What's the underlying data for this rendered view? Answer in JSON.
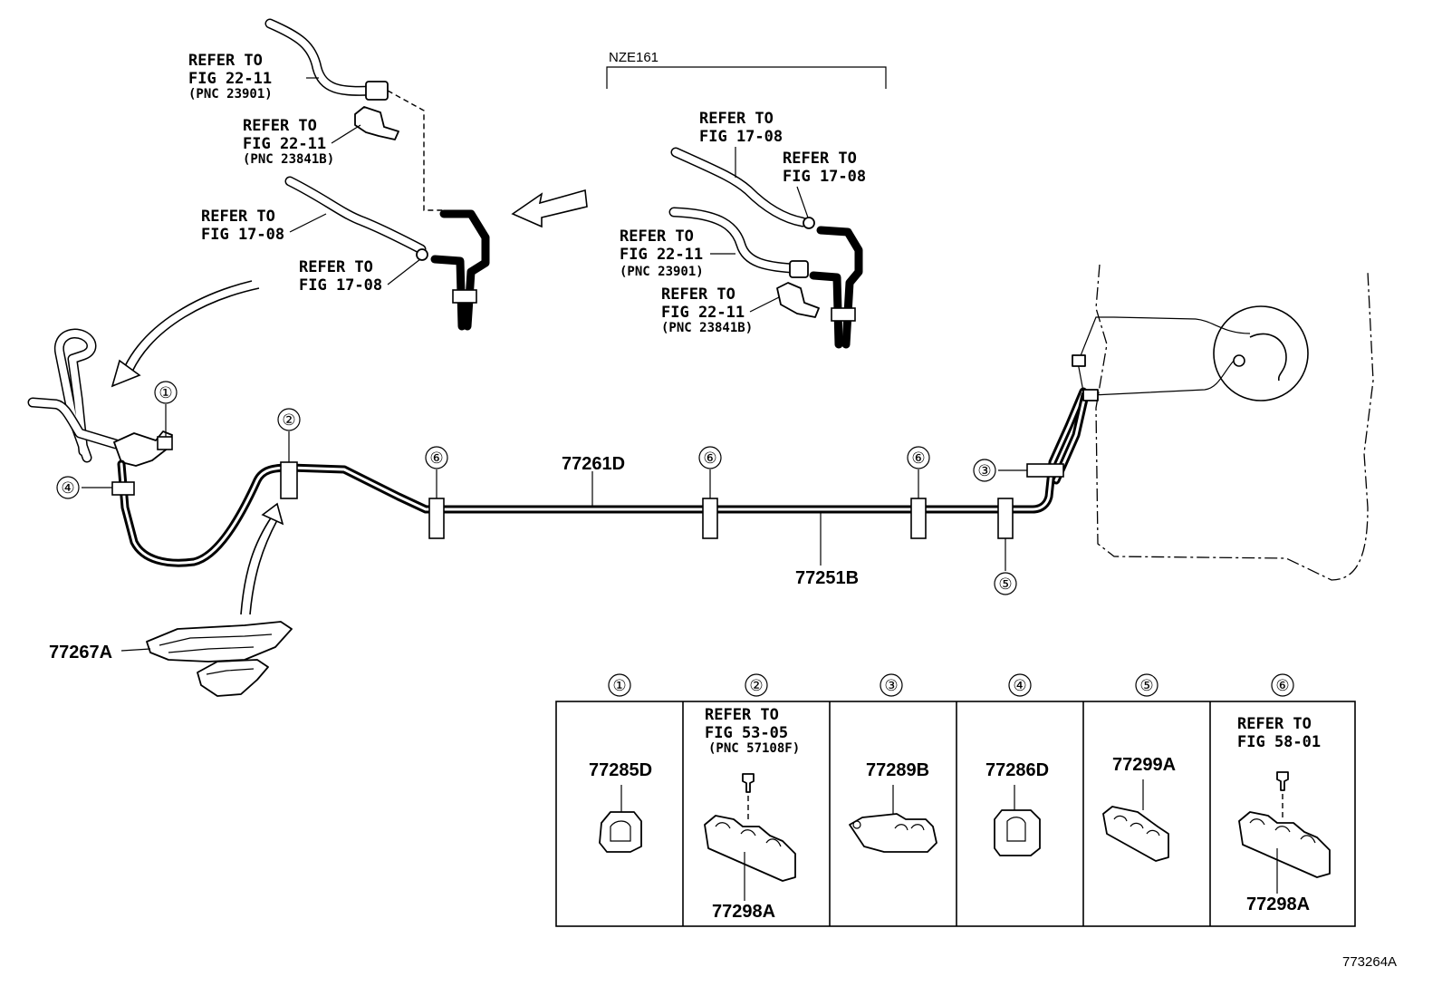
{
  "variant_label": "NZE161",
  "refer_to": "REFER TO",
  "figures": {
    "fig_22_11": "FIG 22-11",
    "fig_17_08": "FIG 17-08",
    "fig_53_05": "FIG 53-05",
    "fig_58_01": "FIG 58-01"
  },
  "pnc": {
    "pnc_23901": "(PNC 23901)",
    "pnc_23841b": "(PNC 23841B)",
    "pnc_57108f": "(PNC 57108F)"
  },
  "callouts": [
    "①",
    "②",
    "③",
    "④",
    "⑤",
    "⑥"
  ],
  "part_numbers": {
    "tube_upper": "77261D",
    "tube_lower": "77251B",
    "protector": "77267A",
    "clamp_1": "77285D",
    "clamp_2": "77298A",
    "clamp_3": "77289B",
    "clamp_4": "77286D",
    "clamp_5": "77299A",
    "clamp_6": "77298A"
  },
  "table_headers": [
    "①",
    "②",
    "③",
    "④",
    "⑤",
    "⑥"
  ],
  "illustration_id": "773264A"
}
